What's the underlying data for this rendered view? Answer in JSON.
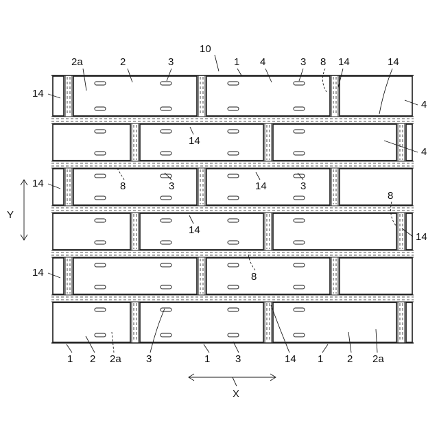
{
  "figure": {
    "labels": {
      "ref_10": "10",
      "ref_1": "1",
      "ref_2": "2",
      "ref_2a": "2a",
      "ref_3": "3",
      "ref_4": "4",
      "ref_8": "8",
      "ref_14": "14",
      "axis_x": "X",
      "axis_y": "Y"
    }
  }
}
